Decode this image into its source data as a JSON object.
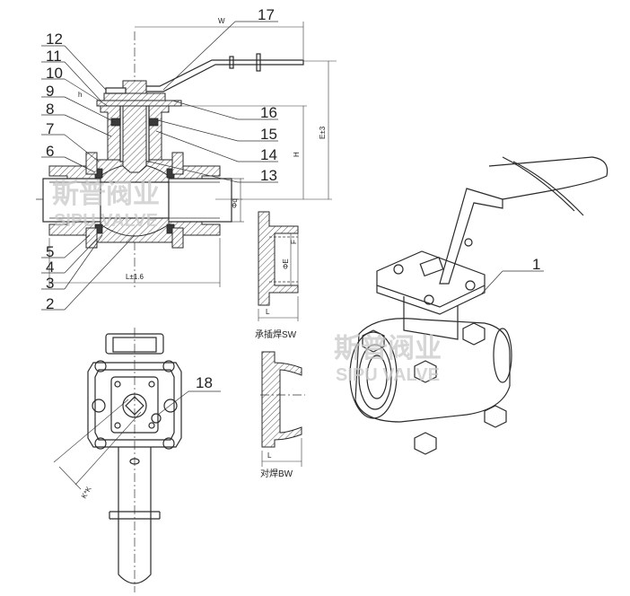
{
  "callouts": {
    "c1": "1",
    "c2": "2",
    "c3": "3",
    "c4": "4",
    "c5": "5",
    "c6": "6",
    "c7": "7",
    "c8": "8",
    "c9": "9",
    "c10": "10",
    "c11": "11",
    "c12": "12",
    "c13": "13",
    "c14": "14",
    "c15": "15",
    "c16": "16",
    "c17": "17",
    "c18": "18"
  },
  "dimensions": {
    "w": "W",
    "h": "H",
    "e": "E±3",
    "l": "L±1.6",
    "d": "Φd",
    "phie": "ΦE",
    "f": "F",
    "l_sw": "L",
    "l_bw": "L",
    "kk": "K*K",
    "h_small": "h"
  },
  "captions": {
    "socket_weld": "承插焊SW",
    "butt_weld": "对焊BW"
  },
  "watermark": {
    "line1": "斯普阀业",
    "line2": "SIPU VALVE"
  }
}
